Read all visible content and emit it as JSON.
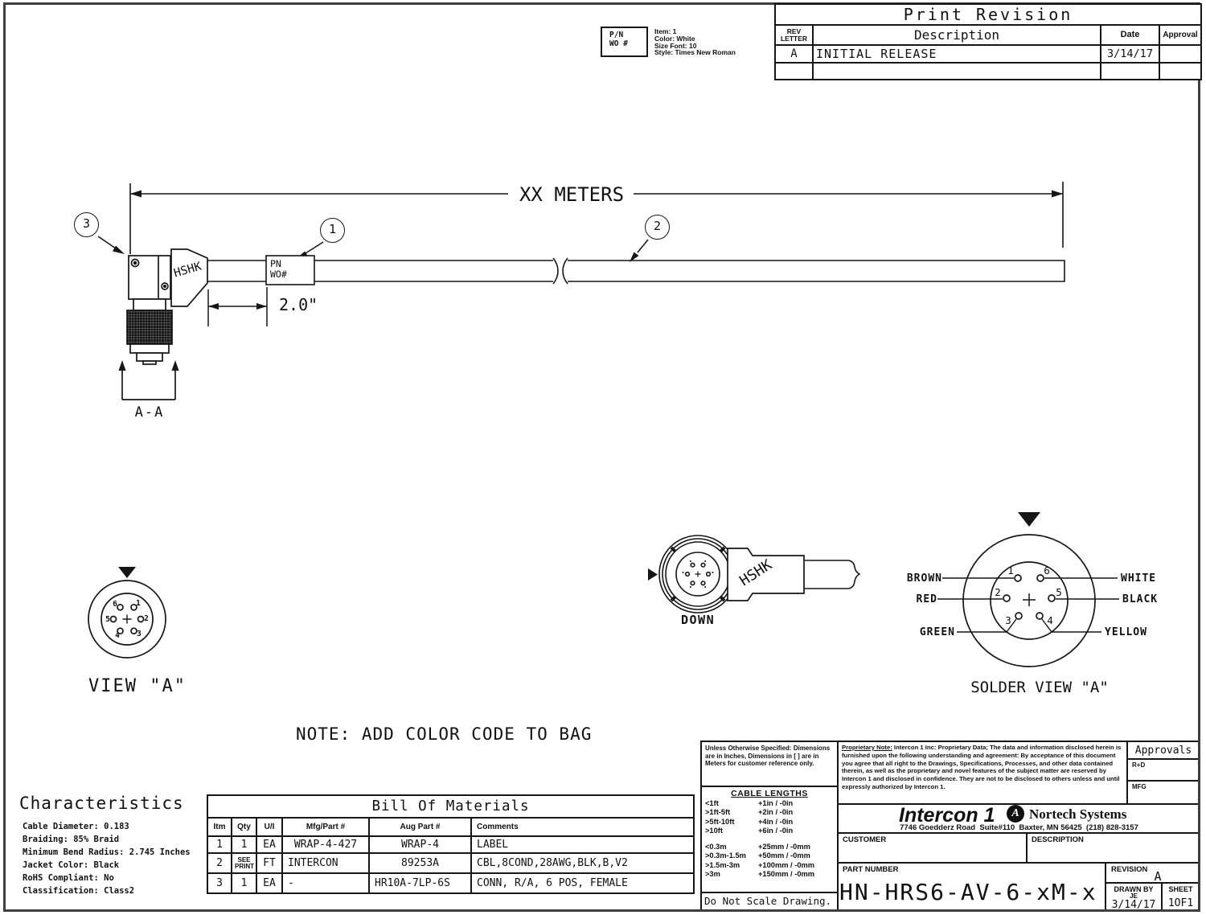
{
  "note": "NOTE: ADD COLOR CODE TO BAG",
  "print_revision": {
    "title": "Print Revision",
    "col_rev_line1": "REV",
    "col_rev_line2": "LETTER",
    "col_description": "Description",
    "col_date": "Date",
    "col_approval": "Approval",
    "rows": [
      {
        "rev": "A",
        "description": "INITIAL RELEASE",
        "date": "3/14/17",
        "approval": ""
      }
    ]
  },
  "label_spec": {
    "box_line1": "P/N",
    "box_line2": "WO #",
    "item": "Item: 1",
    "color": "Color: White",
    "size_font": "Size Font: 10",
    "style": "Style: Times New Roman"
  },
  "drawing": {
    "length_dim": "XX METERS",
    "label_dim": "2.0\"",
    "hshk": "HSHK",
    "pn_line1": "PN",
    "pn_line2": "WO#",
    "callout_1": "1",
    "callout_2": "2",
    "callout_3": "3",
    "section": "A-A",
    "view_a": {
      "title": "VIEW \"A\"",
      "pins": [
        "1",
        "2",
        "3",
        "4",
        "5",
        "6"
      ]
    },
    "down_view": {
      "label": "DOWN",
      "hshk": "HSHK"
    },
    "solder_view": {
      "title": "SOLDER VIEW \"A\"",
      "pins": [
        "1",
        "2",
        "3",
        "4",
        "5",
        "6"
      ],
      "wires_left": [
        "BROWN",
        "RED",
        "GREEN"
      ],
      "wires_right": [
        "WHITE",
        "BLACK",
        "YELLOW"
      ]
    }
  },
  "characteristics": {
    "title": "Characteristics",
    "lines": [
      "Cable Diameter: 0.183",
      "Braiding: 85% Braid",
      "Minimum Bend Radius: 2.745 Inches",
      "Jacket Color: Black",
      "RoHS Compliant: No",
      "Classification: Class2"
    ]
  },
  "bom": {
    "title": "Bill Of Materials",
    "headers": [
      "Itm",
      "Qty",
      "U/I",
      "Mfg/Part #",
      "Aug Part #",
      "Comments"
    ],
    "rows": [
      [
        "1",
        "1",
        "EA",
        "WRAP-4-427",
        "WRAP-4",
        "LABEL"
      ],
      [
        "2",
        "SEE\nPRINT",
        "FT",
        "INTERCON",
        "89253A",
        "CBL,8COND,28AWG,BLK,B,V2"
      ],
      [
        "3",
        "1",
        "EA",
        "-",
        "HR10A-7LP-6S",
        "CONN, R/A, 6 POS, FEMALE"
      ]
    ]
  },
  "title_block": {
    "tolerance_note": "Unless Otherwise Specified: Dimensions are in Inches, Dimensions in [ ] are in Meters for customer reference only.",
    "cable_lengths": {
      "title": "CABLE LENGTHS",
      "rows_imperial": [
        [
          "<1ft",
          "+1in / -0in"
        ],
        [
          ">1ft-5ft",
          "+2in / -0in"
        ],
        [
          ">5ft-10ft",
          "+4in / -0in"
        ],
        [
          ">10ft",
          "+6in / -0in"
        ]
      ],
      "rows_metric": [
        [
          "<0.3m",
          "+25mm / -0mm"
        ],
        [
          ">0.3m-1.5m",
          "+50mm / -0mm"
        ],
        [
          ">1.5m-3m",
          "+100mm / -0mm"
        ],
        [
          ">3m",
          "+150mm / -0mm"
        ]
      ]
    },
    "do_not_scale": "Do Not Scale Drawing.",
    "proprietary_label": "Proprietary Note:",
    "proprietary_body": " Intercon 1 Inc: Proprietary Data; The data and information disclosed herein is furnished upon the following understanding and agreement: By acceptance of this document you agree that all right to the Drawings, Specifications, Processes, and other data contained therein, as well as the proprietary and novel features of the subject matter are reserved by Intercon 1 and disclosed in confidence. They are not to be disclosed to others unless and until expressly authorized by Intercon 1.",
    "approvals_title": "Approvals",
    "approval_rd": "R+D",
    "approval_mfg": "MFG",
    "company_name": "Intercon 1",
    "logo_letter": "A",
    "partner_name": "Nortech Systems",
    "address": "7746 Goedderz Road  Suite#110  Baxter, MN 56425  (218) 828-3157",
    "customer_label": "CUSTOMER",
    "description_label": "DESCRIPTION",
    "part_number_label": "PART NUMBER",
    "part_number": "HN-HRS6-AV-6-xM-x",
    "revision_label": "REVISION",
    "revision": "A",
    "drawn_by_label": "DRAWN BY",
    "drawn_by": "JE",
    "drawn_date": "3/14/17",
    "sheet_label": "SHEET",
    "sheet": "1OF1"
  }
}
